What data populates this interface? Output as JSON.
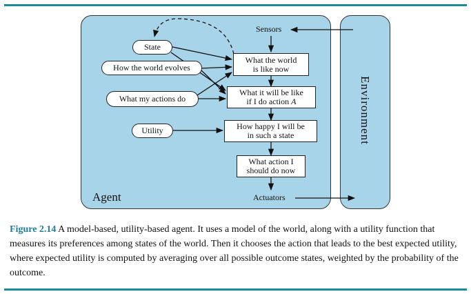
{
  "diagram": {
    "agent_label": "Agent",
    "environment_label": "Environment",
    "sensors_label": "Sensors",
    "actuators_label": "Actuators",
    "ovals": {
      "state": "State",
      "world_evolves": "How the world evolves",
      "actions_do": "What my actions do",
      "utility": "Utility"
    },
    "boxes": {
      "world_now": [
        "What the world",
        "is like now"
      ],
      "action_outcome": [
        "What it will be like",
        "if I do action "
      ],
      "action_var": "A",
      "happiness": [
        "How happy I will be",
        "in such a state"
      ],
      "decision": [
        "What action I",
        "should do now"
      ]
    }
  },
  "caption": {
    "figure_label": "Figure 2.14",
    "text": "A model-based, utility-based agent. It uses a model of the world, along with a utility function that measures its preferences among states of the world. Then it chooses the action that leads to the best expected utility, where expected utility is computed by averaging over all possible outcome states, weighted by the probability of the outcome."
  }
}
